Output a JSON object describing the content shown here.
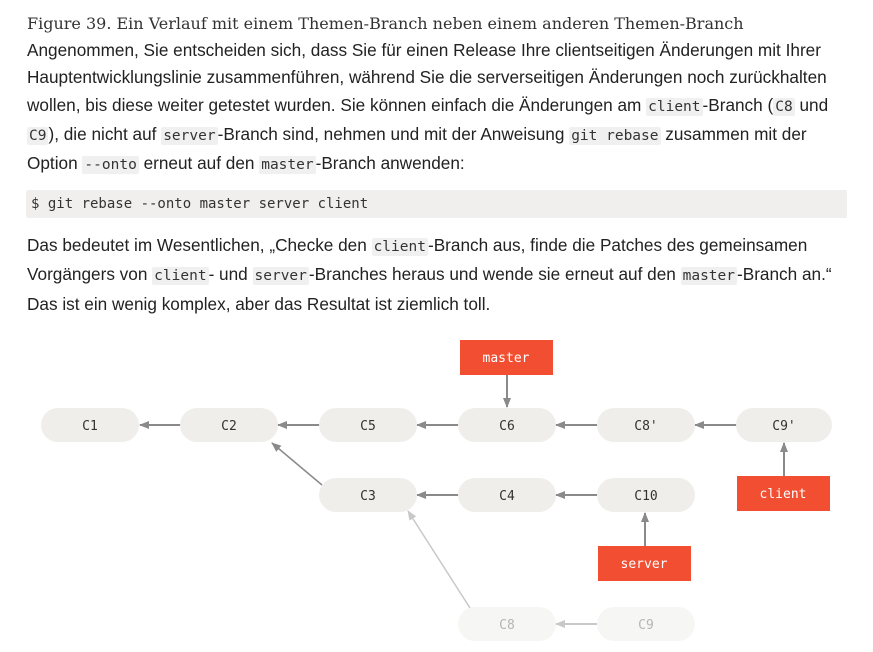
{
  "caption": "Figure 39. Ein Verlauf mit einem Themen-Branch neben einem anderen Themen-Branch",
  "paragraph1": {
    "t1": "Angenommen, Sie entscheiden sich, dass Sie für einen Release Ihre clientseitigen Änderungen mit Ihrer Hauptentwicklungslinie zusammenführen, während Sie die serverseitigen Änderungen noch zurückhalten wollen, bis diese weiter getestet wurden. Sie können einfach die Änderungen am ",
    "c1": "client",
    "t2": "-Branch (",
    "c2": "C8",
    "t3": " und ",
    "c3": "C9",
    "t4": "), die nicht auf ",
    "c4": "server",
    "t5": "-Branch sind, nehmen und mit der Anweisung ",
    "c5": "git rebase",
    "t6": " zusammen mit der Option ",
    "c6": "--onto",
    "t7": " erneut auf den ",
    "c7": "master",
    "t8": "-Branch anwenden:"
  },
  "command": "$ git rebase --onto master server client",
  "paragraph2": {
    "t1": "Das bedeutet im Wesentlichen, „Checke den ",
    "c1": "client",
    "t2": "-Branch aus, finde die Patches des gemeinsamen Vorgängers von ",
    "c2": "client",
    "t3": "- und ",
    "c3": "server",
    "t4": "-Branches heraus und wende sie erneut auf den ",
    "c4": "master",
    "t5": "-Branch an.“ Das ist ein wenig komplex, aber das Resultat ist ziemlich toll."
  },
  "diagram": {
    "commits": {
      "c1": "C1",
      "c2": "C2",
      "c5": "C5",
      "c6": "C6",
      "c8p": "C8'",
      "c9p": "C9'",
      "c3": "C3",
      "c4": "C4",
      "c10": "C10",
      "c8": "C8",
      "c9": "C9"
    },
    "branches": {
      "master": "master",
      "client": "client",
      "server": "server"
    },
    "colors": {
      "node": "#efeeea",
      "node_faded": "#f6f6f4",
      "branch_label": "#f14e32",
      "arrow": "#8a8a8a",
      "arrow_faded": "#c8c8c8"
    }
  }
}
